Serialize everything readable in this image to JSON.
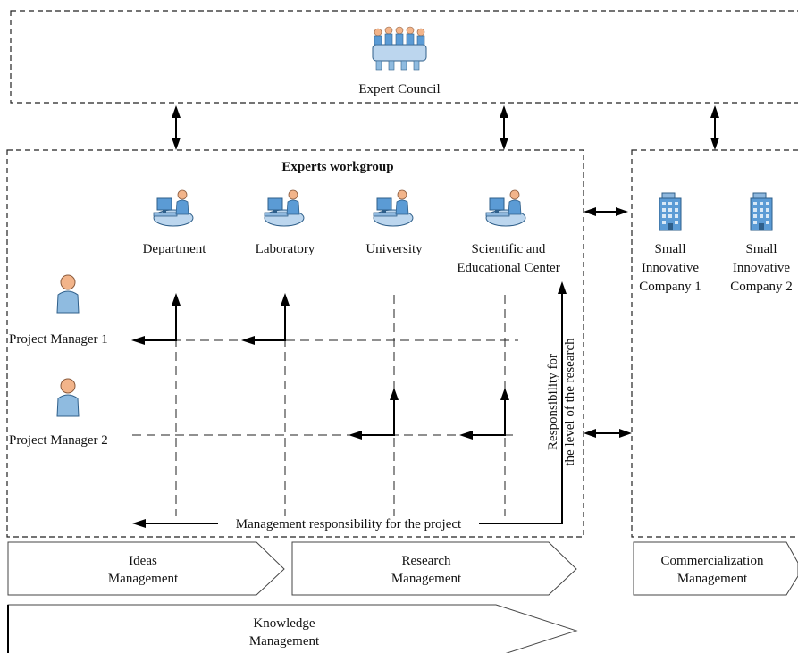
{
  "council": {
    "label": "Expert Council",
    "icon": "meeting-council-icon"
  },
  "workgroup": {
    "title": "Experts workgroup",
    "units": [
      {
        "label": "Department",
        "icon": "researcher-workstation-icon"
      },
      {
        "label": "Laboratory",
        "icon": "researcher-workstation-icon"
      },
      {
        "label": "University",
        "icon": "researcher-workstation-icon"
      },
      {
        "label": "Scientific and",
        "label2": "Educational Center",
        "icon": "researcher-workstation-icon"
      }
    ],
    "managers": [
      {
        "label": "Project Manager 1",
        "icon": "person-icon"
      },
      {
        "label": "Project Manager 2",
        "icon": "person-icon"
      }
    ],
    "vertical_label_1": "Responsibility for",
    "vertical_label_2": "the level of the research",
    "bottom_label": "Management responsibility for the project"
  },
  "companies": [
    {
      "line1": "Small",
      "line2": "Innovative",
      "line3": "Company 1",
      "icon": "office-building-icon"
    },
    {
      "line1": "Small",
      "line2": "Innovative",
      "line3": "Company 2",
      "icon": "office-building-icon"
    }
  ],
  "banners": {
    "ideas": {
      "line1": "Ideas",
      "line2": "Management"
    },
    "research": {
      "line1": "Research",
      "line2": "Management"
    },
    "commercialization": {
      "line1": "Commercialization",
      "line2": "Management"
    },
    "knowledge": {
      "line1": "Knowledge",
      "line2": "Management"
    }
  },
  "colors": {
    "icon_blue": "#5b9bd5",
    "icon_dark": "#2f5f8a",
    "skin": "#f2b48a"
  }
}
